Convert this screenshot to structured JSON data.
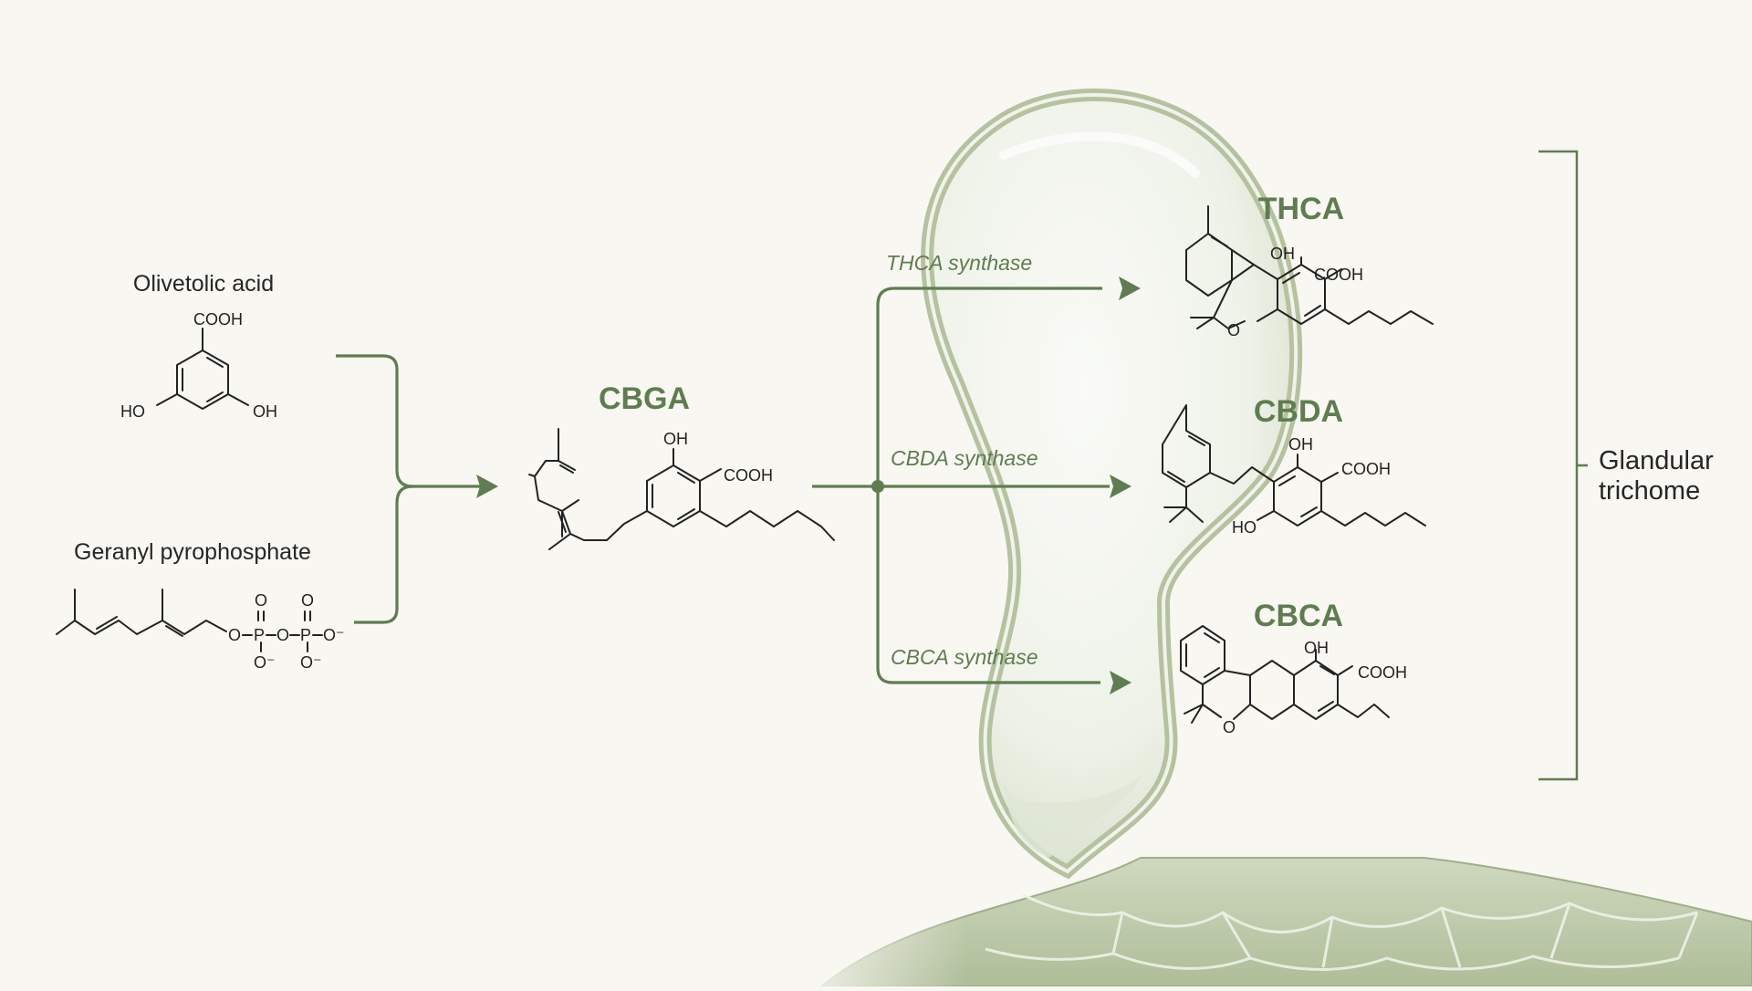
{
  "colors": {
    "accent": "#5f7d50",
    "background": "#f8f7f2",
    "ink": "#222222",
    "trichome": "#dfe6d4"
  },
  "precursors": {
    "olivetolic": {
      "label": "Olivetolic acid",
      "cooh": "COOH",
      "ho": "HO",
      "oh": "OH"
    },
    "gpp": {
      "label": "Geranyl pyrophosphate",
      "o": "O",
      "p": "P",
      "ominus": "O⁻"
    }
  },
  "intermediate": {
    "name": "CBGA",
    "oh": "OH",
    "cooh": "COOH"
  },
  "pathways": [
    {
      "enzyme": "THCA synthase",
      "product": "THCA"
    },
    {
      "enzyme": "CBDA synthase",
      "product": "CBDA"
    },
    {
      "enzyme": "CBCA synthase",
      "product": "CBCA"
    }
  ],
  "products": {
    "thca": {
      "oh": "OH",
      "cooh": "COOH",
      "o": "O"
    },
    "cbda": {
      "oh": "OH",
      "cooh": "COOH",
      "ho": "HO"
    },
    "cbca": {
      "oh": "OH",
      "cooh": "COOH",
      "o": "O"
    }
  },
  "structure_label": {
    "line1": "Glandular",
    "line2": "trichome"
  }
}
